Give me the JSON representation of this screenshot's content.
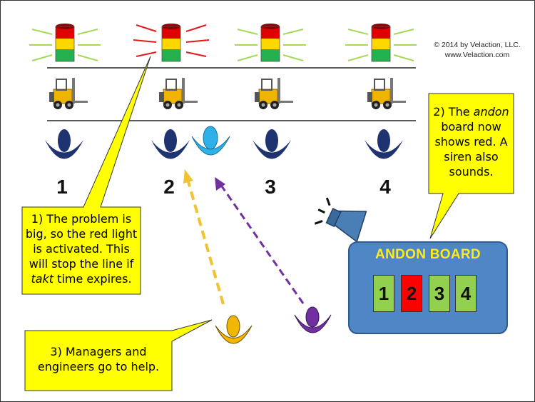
{
  "copyright": {
    "line1": "© 2014  by Velaction, LLC.",
    "line2": "www.Velaction.com"
  },
  "stations": [
    {
      "number": "1",
      "light_state": "green"
    },
    {
      "number": "2",
      "light_state": "red"
    },
    {
      "number": "3",
      "light_state": "green"
    },
    {
      "number": "4",
      "light_state": "green"
    }
  ],
  "callouts": {
    "problem": {
      "line1": "1) The problem is",
      "line2": "big, so the red light",
      "line3": "is activated. This",
      "line4": "will stop the line if",
      "line5_em": "takt",
      "line5_rest": " time expires."
    },
    "board_status": {
      "line1_pre": "2) The ",
      "line1_em": "andon",
      "line2": "board now",
      "line3": "shows red. A",
      "line4": "siren also",
      "line5": "sounds."
    },
    "managers": {
      "line1": "3) Managers and",
      "line2": "engineers go to help."
    }
  },
  "andon_board": {
    "title": "ANDON BOARD",
    "tiles": [
      {
        "label": "1",
        "color": "#92d050"
      },
      {
        "label": "2",
        "color": "#ff0000"
      },
      {
        "label": "3",
        "color": "#92d050"
      },
      {
        "label": "4",
        "color": "#92d050"
      }
    ]
  },
  "colors": {
    "callout_fill": "#ffff00",
    "board_fill": "#4f86c6",
    "worker_dark": "#1f3370",
    "worker_light": "#2eb0e8",
    "manager_gold": "#f2b705",
    "manager_purple": "#7030a0",
    "light_red": "#e00000",
    "light_yellow": "#ffd700",
    "light_green": "#22b14c"
  }
}
